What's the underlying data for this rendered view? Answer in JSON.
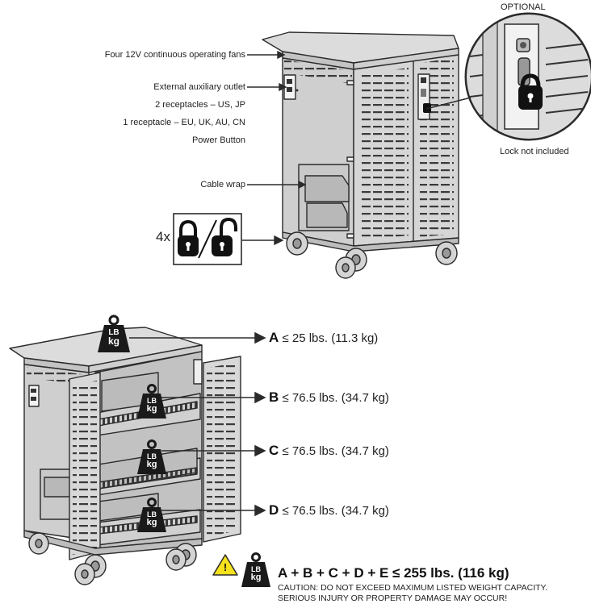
{
  "top": {
    "optional_label": "OPTIONAL",
    "lock_note": "Lock not included",
    "callouts": {
      "fans": "Four 12V continuous operating fans",
      "outlet": "External auxiliary outlet",
      "receptacles_us": "2 receptacles – US, JP",
      "receptacles_eu": "1 receptacle – EU, UK, AU, CN",
      "power_button": "Power Button",
      "cable_wrap": "Cable wrap"
    },
    "lock_count": "4x"
  },
  "weights": {
    "weight_icon_text": [
      "LB",
      "kg"
    ],
    "shelves": [
      {
        "letter": "A",
        "limit": "≤ 25 lbs. (11.3 kg)"
      },
      {
        "letter": "B",
        "limit": "≤ 76.5 lbs. (34.7 kg)"
      },
      {
        "letter": "C",
        "limit": "≤ 76.5 lbs. (34.7 kg)"
      },
      {
        "letter": "D",
        "limit": "≤ 76.5 lbs. (34.7 kg)"
      }
    ],
    "total": "A + B + C + D + E ≤ 255 lbs. (116 kg)",
    "caution_line1": "CAUTION:  DO NOT EXCEED MAXIMUM LISTED WEIGHT CAPACITY.",
    "caution_line2": "SERIOUS INJURY OR PROPERTY DAMAGE MAY OCCUR!",
    "warning_symbol": "!"
  },
  "colors": {
    "cart_fill": "#d9d9d9",
    "cart_dark": "#bdbdbd",
    "outline": "#2b2b2b",
    "weight_icon": "#1a1a1a",
    "warning_yellow": "#f5e11c"
  }
}
